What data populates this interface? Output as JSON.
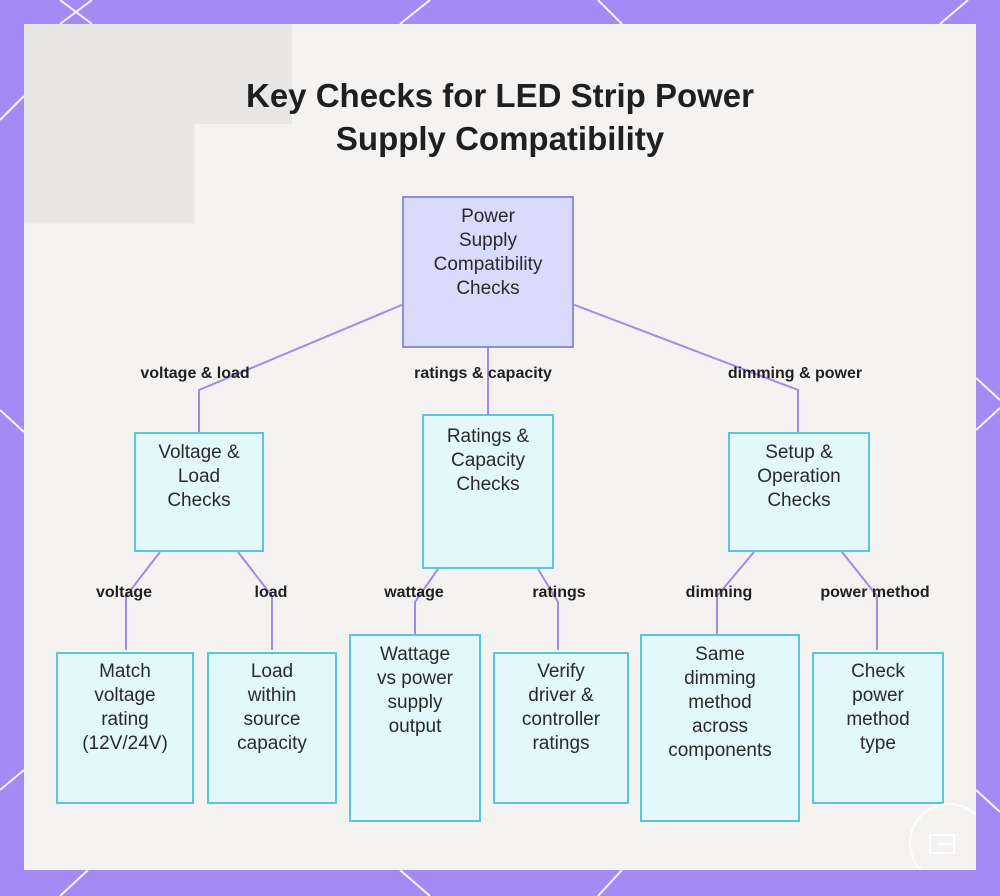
{
  "title_line1": "Key Checks for LED Strip Power",
  "title_line2": "Supply Compatibility",
  "colors": {
    "frame": "#a48af5",
    "panel": "#f4f3f2",
    "root_fill": "#d9dbfd",
    "root_border": "#8f8fd6",
    "node_fill": "#e2f8fb",
    "node_border": "#59c6de",
    "connector": "#a08be6"
  },
  "nodes": {
    "root": [
      "Power",
      "Supply",
      "Compatibility",
      "Checks"
    ],
    "voltage_load": [
      "Voltage &",
      "Load",
      "Checks"
    ],
    "ratings_capacity": [
      "Ratings &",
      "Capacity",
      "Checks"
    ],
    "setup_operation": [
      "Setup &",
      "Operation",
      "Checks"
    ],
    "match_voltage": [
      "Match",
      "voltage",
      "rating",
      "(12V/24V)"
    ],
    "load_capacity": [
      "Load",
      "within",
      "source",
      "capacity"
    ],
    "wattage": [
      "Wattage",
      "vs power",
      "supply",
      "output"
    ],
    "verify_ratings": [
      "Verify",
      "driver &",
      "controller",
      "ratings"
    ],
    "same_dimming": [
      "Same",
      "dimming",
      "method",
      "across",
      "components"
    ],
    "power_method": [
      "Check",
      "power",
      "method",
      "type"
    ]
  },
  "edge_labels": {
    "voltage_load": "voltage & load",
    "ratings_capacity": "ratings & capacity",
    "dimming_power": "dimming & power",
    "voltage": "voltage",
    "load": "load",
    "wattage": "wattage",
    "ratings": "ratings",
    "dimming": "dimming",
    "power_method": "power method"
  }
}
